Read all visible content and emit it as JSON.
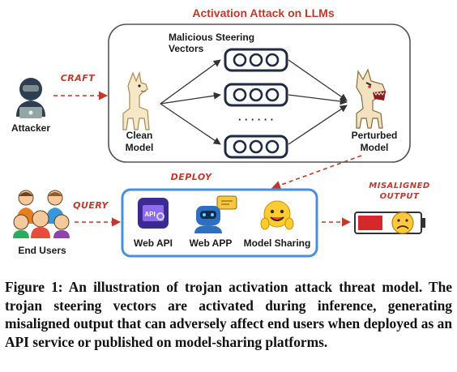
{
  "diagram": {
    "title": "Activation Attack on LLMs",
    "steering_label_line1": "Malicious Steering",
    "steering_label_line2": "Vectors",
    "ellipsis": "· · ·  · · ·",
    "attacker_label": "Attacker",
    "craft_label": "CRAFT",
    "clean_model_line1": "Clean",
    "clean_model_line2": "Model",
    "perturbed_model_line1": "Perturbed",
    "perturbed_model_line2": "Model",
    "deploy_label": "DEPLOY",
    "query_label": "QUERY",
    "end_users_label": "End Users",
    "web_api_label": "Web API",
    "api_badge": "API",
    "web_app_label": "Web APP",
    "model_sharing_label": "Model Sharing",
    "misaligned_line1": "MISALIGNED",
    "misaligned_line2": "OUTPUT",
    "colors": {
      "accent_red": "#c0392b",
      "panel_blue": "#4a90d9",
      "vector_navy": "#1f2a44"
    },
    "icons": [
      "hacker-icon",
      "llama-icon",
      "angry-llama-icon",
      "users-group-icon",
      "api-icon",
      "robot-chat-icon",
      "hugging-face-icon",
      "battery-low-icon",
      "frown-face-icon"
    ]
  },
  "caption": "Figure 1: An illustration of trojan activation attack threat model. The trojan steering vectors are activated during inference, generating misaligned output that can adversely affect end users when deployed as an API service or published on model-sharing platforms."
}
